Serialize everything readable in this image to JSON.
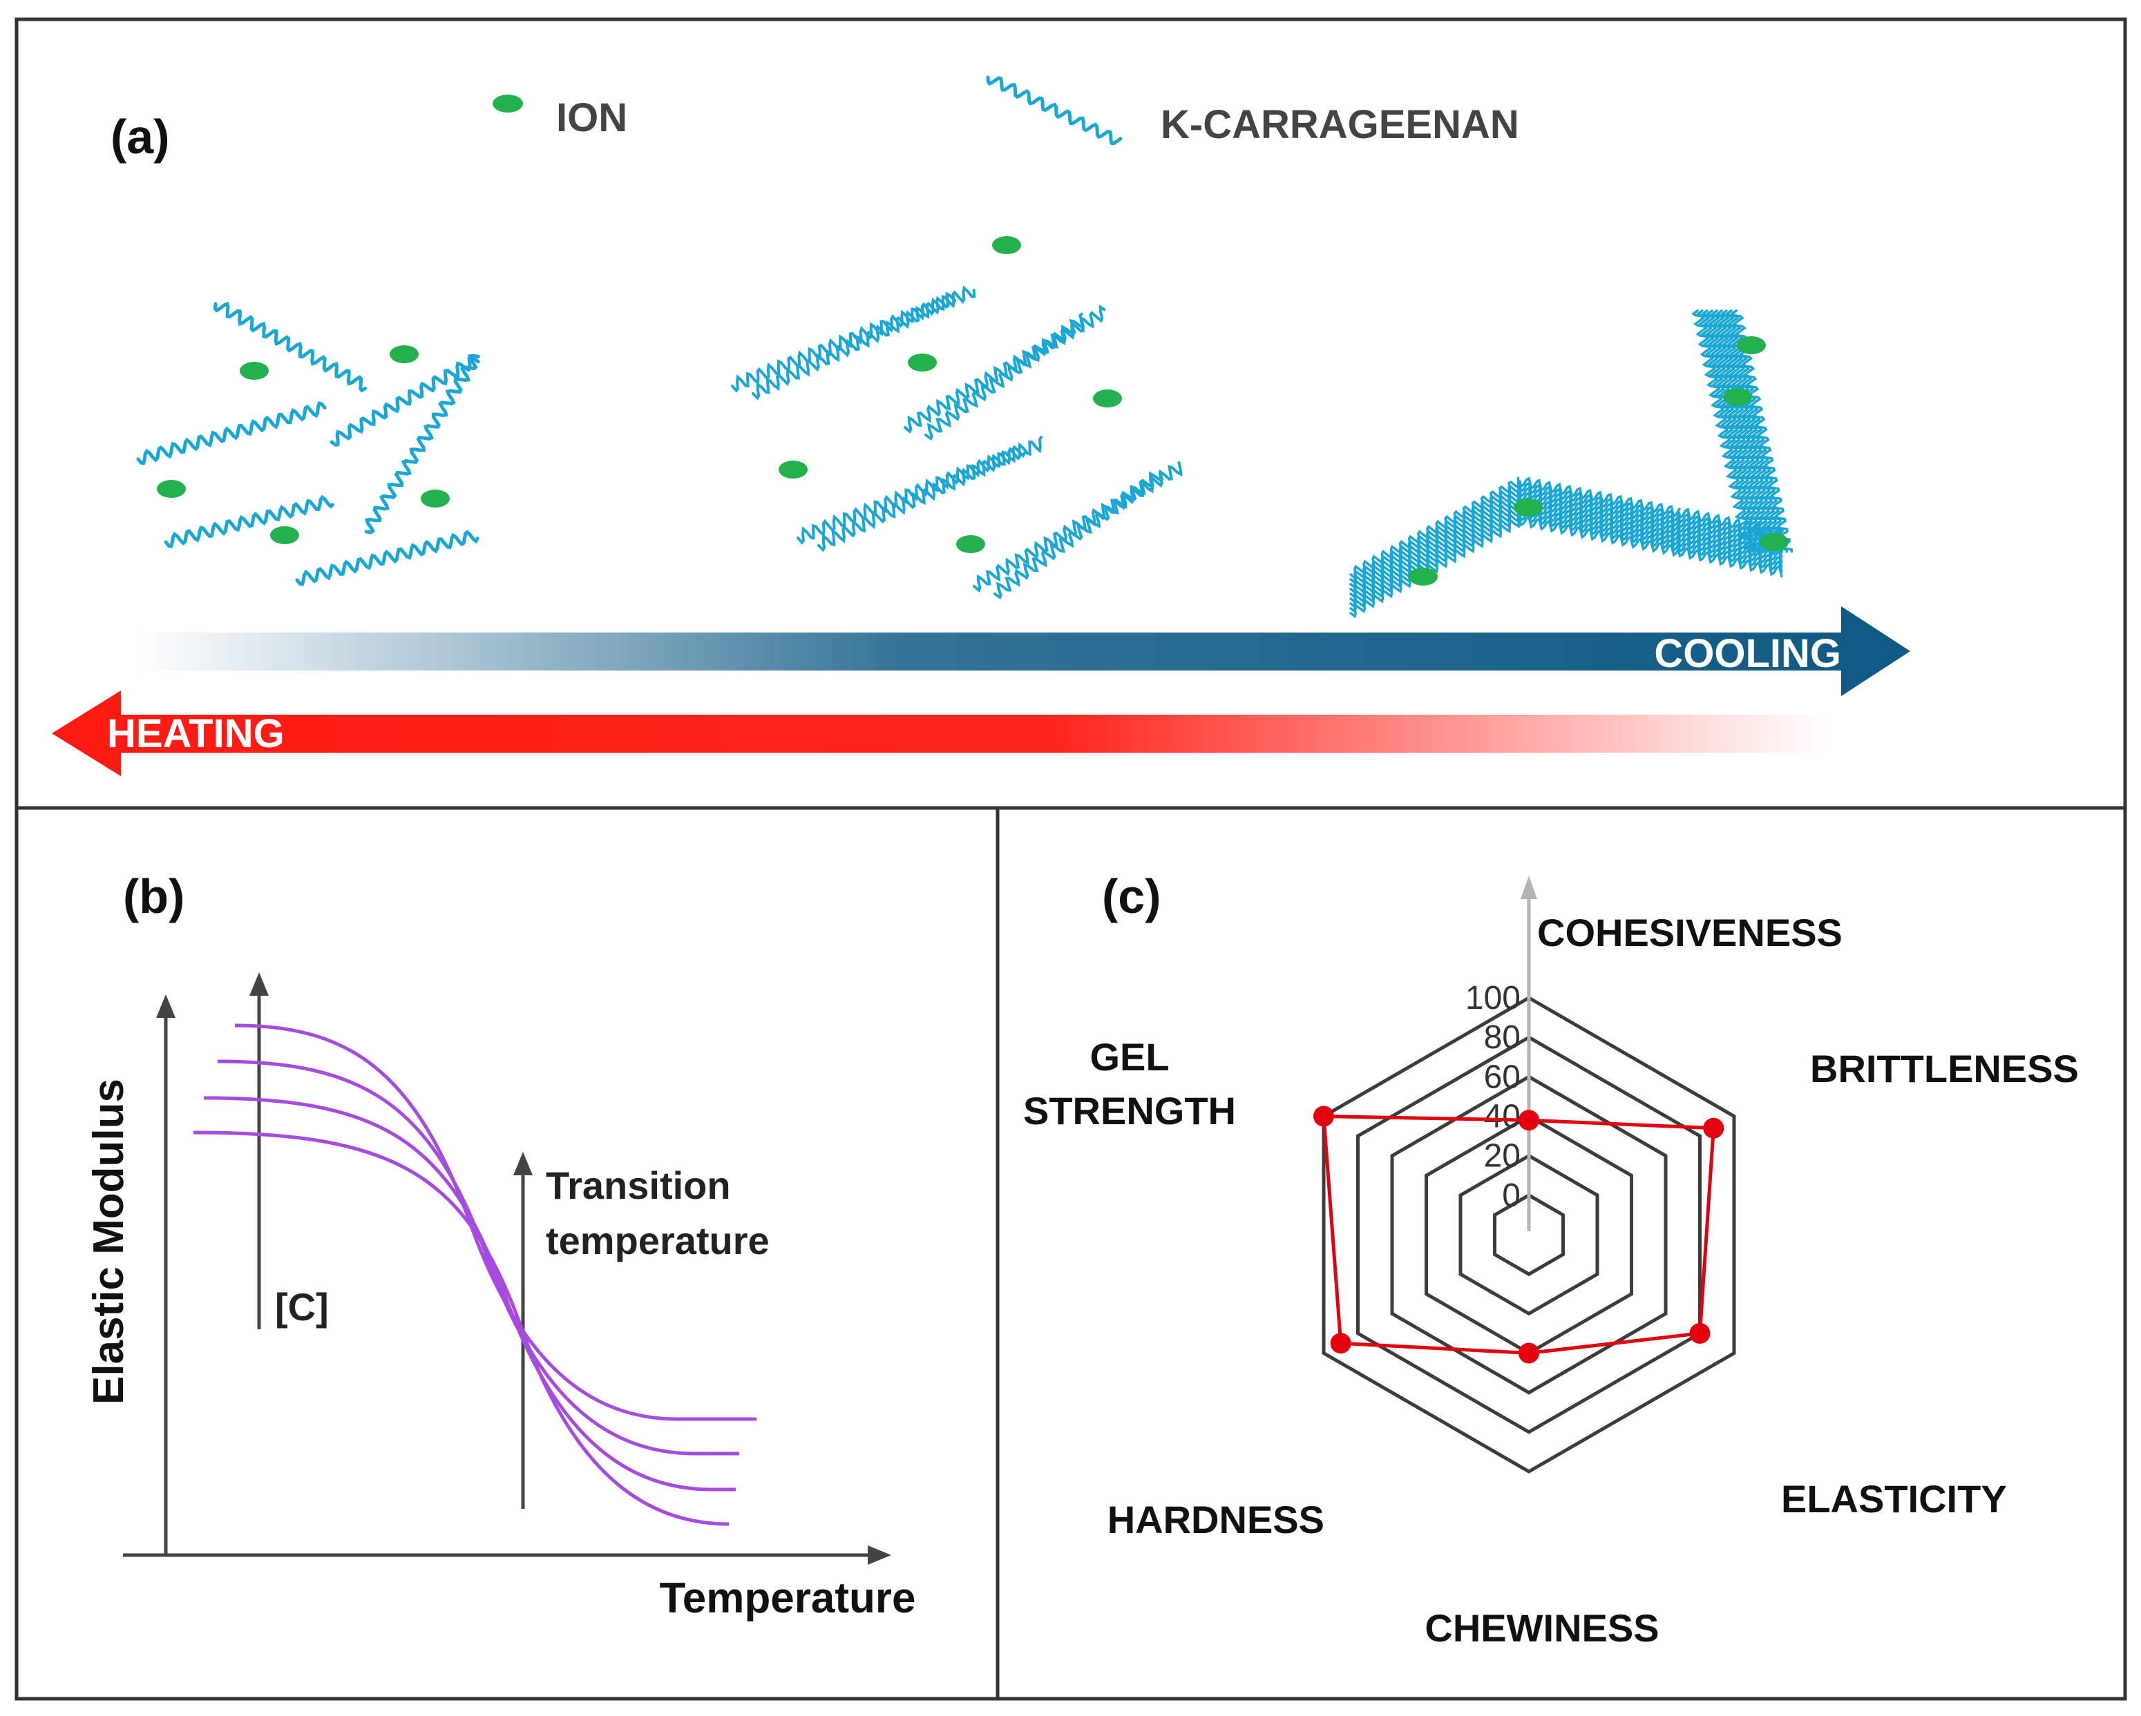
{
  "panel_a": {
    "label": "(a)",
    "legend": {
      "ion": "ION",
      "carrageenan": "K-CARRAGEENAN"
    },
    "arrows": {
      "cooling": "COOLING",
      "heating": "HEATING"
    },
    "colors": {
      "chain": "#1aa7d6",
      "ion": "#22b14c",
      "cooling": "#0f5a84",
      "heating": "#ff1a12"
    }
  },
  "panel_b": {
    "label": "(b)",
    "ylabel": "Elastic Modulus",
    "xlabel": "Temperature",
    "concentration_label": "[C]",
    "transition_label_line1": "Transition",
    "transition_label_line2": "temperature",
    "curve_color": "#a64be0",
    "curve_count": 4
  },
  "panel_c": {
    "label": "(c)",
    "line_color": "#e3000f"
  },
  "chart_data": {
    "type": "radar",
    "axes": [
      "COHESIVENESS",
      "BRITTLENESS",
      "ELASTICITY",
      "CHEWINESS",
      "HARDNESS",
      "GEL STRENGTH"
    ],
    "scale_ticks": [
      "0",
      "20",
      "40",
      "60",
      "80",
      "100"
    ],
    "range": [
      0,
      100
    ],
    "series": [
      {
        "values": [
          38,
          88,
          80,
          40,
          90,
          100
        ]
      }
    ]
  }
}
